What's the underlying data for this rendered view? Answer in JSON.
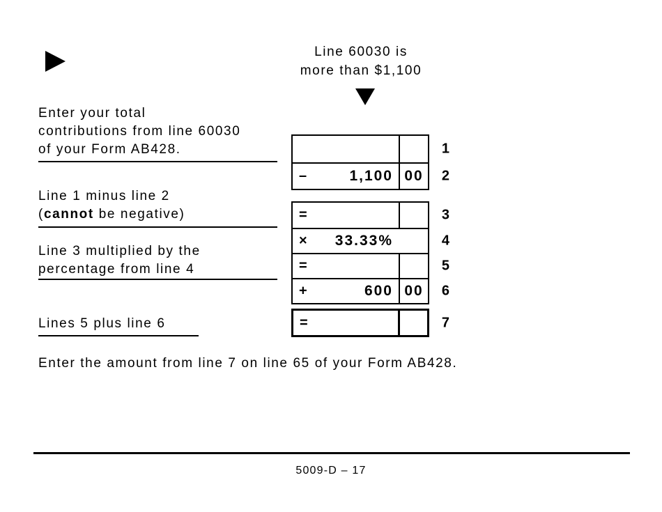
{
  "header": {
    "condition_line1": "Line 60030 is",
    "condition_line2": "more than $1,100"
  },
  "labels": {
    "step1_line1": "Enter your total",
    "step1_line2": "contributions from line 60030",
    "step1_line3": "of your Form AB428.",
    "step2_line1": "Line 1 minus line 2",
    "step2_open": "(",
    "step2_bold": "cannot",
    "step2_rest": " be negative)",
    "step3_line1": "Line 3 multiplied by the",
    "step3_line2": "percentage from line 4",
    "step4": "Lines 5 plus line 6",
    "bottom_instruction": "Enter the amount from line 7 on line 65 of your Form AB428."
  },
  "worksheet": {
    "rows": [
      {
        "num": "1",
        "op": "",
        "amount": "",
        "cents": ""
      },
      {
        "num": "2",
        "op": "–",
        "amount": "1,100",
        "cents": "00"
      },
      {
        "num": "3",
        "op": "=",
        "amount": "",
        "cents": ""
      },
      {
        "num": "4",
        "op": "×",
        "amount": "33.33%",
        "cents": ""
      },
      {
        "num": "5",
        "op": "=",
        "amount": "",
        "cents": ""
      },
      {
        "num": "6",
        "op": "+",
        "amount": "600",
        "cents": "00"
      },
      {
        "num": "7",
        "op": "=",
        "amount": "",
        "cents": ""
      }
    ]
  },
  "footer": {
    "page_label": "5009-D – 17"
  },
  "colors": {
    "ink": "#000000",
    "paper": "#ffffff"
  }
}
